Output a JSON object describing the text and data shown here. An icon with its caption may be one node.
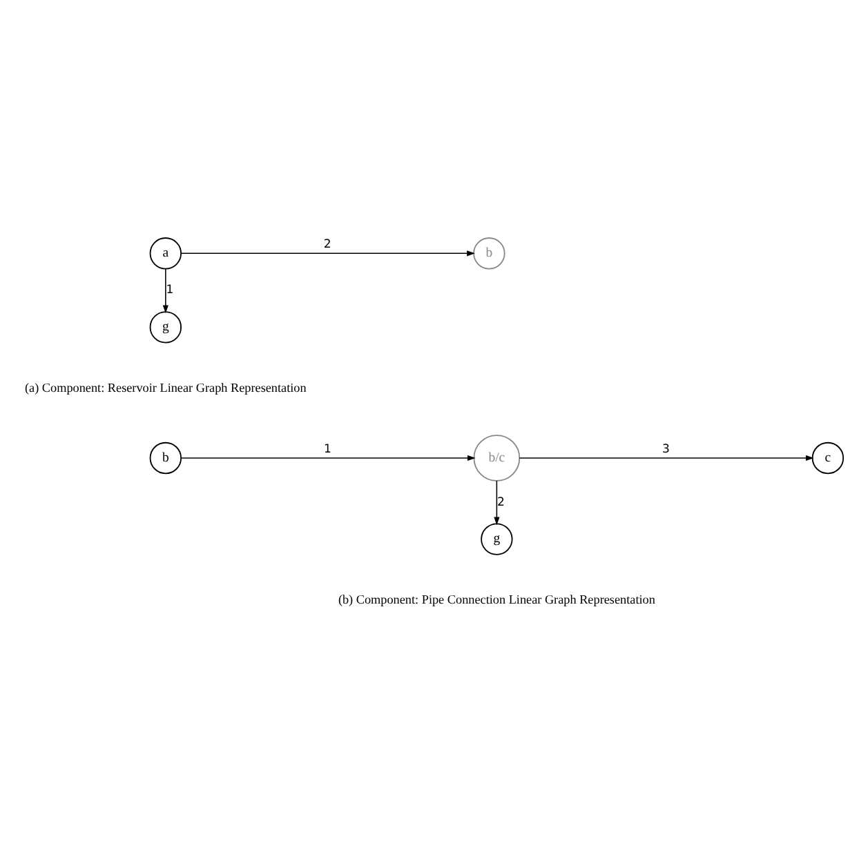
{
  "diagram": {
    "nodes": [
      {
        "text": [
          "a"
        ]
      },
      {
        "text": [
          "b"
        ]
      },
      {
        "text": [
          "g"
        ]
      },
      {
        "text": [
          "b"
        ]
      },
      {
        "text": [
          "b/c"
        ]
      },
      {
        "text": [
          "c"
        ]
      },
      {
        "text": [
          "g"
        ]
      }
    ],
    "edges": [
      {
        "from": 0,
        "to": 1,
        "arrow": "to",
        "label": "2"
      },
      {
        "from": 0,
        "to": 2,
        "arrow": "to",
        "label": "1"
      },
      {
        "from": 3,
        "to": 4,
        "arrow": "to",
        "label": "1"
      },
      {
        "from": 4,
        "to": 5,
        "arrow": "to",
        "label": "3"
      },
      {
        "from": 4,
        "to": 6,
        "arrow": "to",
        "label": "2"
      }
    ],
    "labels": [
      "(a) Component: Reservoir Linear Graph Representation",
      "(b) Component: Pipe Connection Linear Graph Representation"
    ]
  }
}
